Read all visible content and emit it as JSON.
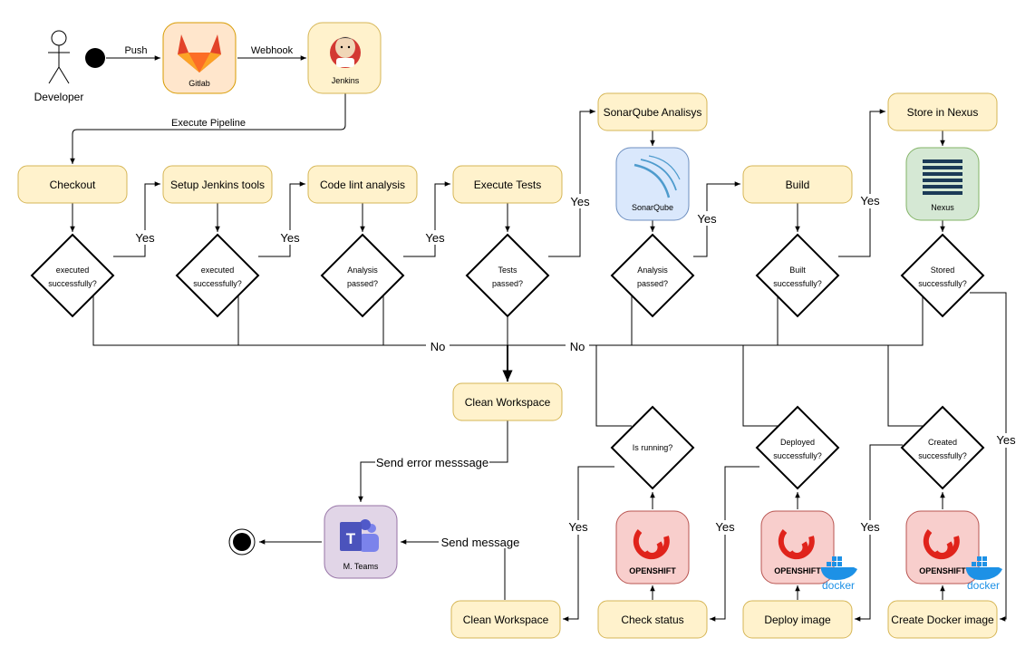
{
  "actor": {
    "label": "Developer"
  },
  "edges": {
    "push": "Push",
    "webhook": "Webhook",
    "execute_pipeline": "Execute Pipeline",
    "yes": "Yes",
    "no": "No",
    "send_error_message": "Send error messsage",
    "send_message": "Send message"
  },
  "icons": {
    "gitlab": "Gitlab",
    "jenkins": "Jenkins",
    "sonarqube": "SonarQube",
    "nexus": "Nexus",
    "teams": "M. Teams",
    "openshift": "OPENSHIFT",
    "docker": "docker"
  },
  "steps": {
    "checkout": "Checkout",
    "setup_tools": "Setup Jenkins tools",
    "code_lint": "Code lint analysis",
    "execute_tests": "Execute Tests",
    "sonar_analysis": "SonarQube Analisys",
    "build": "Build",
    "store_nexus": "Store in Nexus",
    "clean_workspace_1": "Clean Workspace",
    "clean_workspace_2": "Clean Workspace",
    "check_status": "Check status",
    "deploy_image": "Deploy image",
    "create_docker_image": "Create Docker image"
  },
  "decisions": {
    "d1": [
      "executed",
      "successfully?"
    ],
    "d2": [
      "executed",
      "successfully?"
    ],
    "d3": [
      "Analysis",
      "passed?"
    ],
    "d4": [
      "Tests",
      "passed?"
    ],
    "d5": [
      "Analysis",
      "passed?"
    ],
    "d6": [
      "Built",
      "successfully?"
    ],
    "d7": [
      "Stored",
      "successfully?"
    ],
    "d8": [
      "Is running?"
    ],
    "d9": [
      "Deployed",
      "successfully?"
    ],
    "d10": [
      "Created",
      "successfully?"
    ]
  },
  "colors": {
    "step_fill": "#fff2cc",
    "step_stroke": "#d6b656",
    "gitlab_fill": "#ffe6cc",
    "sonar_fill": "#dae8fc",
    "nexus_fill": "#d5e8d4",
    "teams_fill": "#e1d5e7",
    "openshift_fill": "#f8cecc",
    "openshift_red": "#e0231b",
    "docker_blue": "#1d91e6"
  }
}
